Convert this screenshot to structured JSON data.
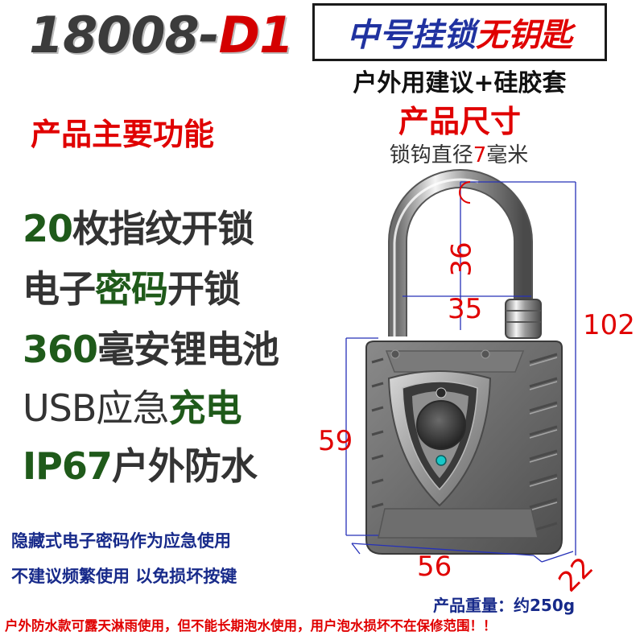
{
  "header": {
    "model_prefix": "18008-",
    "model_suffix": "D1",
    "title_part1": "中号挂锁",
    "title_part2": "无钥匙",
    "subtitle": "户外用建议+硅胶套",
    "size_title": "产品尺寸",
    "shackle_prefix": "锁钩直径",
    "shackle_number": "7",
    "shackle_unit": "毫米"
  },
  "features": {
    "title": "产品主要功能",
    "f1_a": "20",
    "f1_b": "枚指纹开锁",
    "f2_a": "电子",
    "f2_b": "密码",
    "f2_c": "开锁",
    "f3_a": "360",
    "f3_b": "毫安锂电池",
    "f4_a": "USB应急",
    "f4_b": "充电",
    "f5_a": "IP67",
    "f5_b": "户外防水"
  },
  "notes": {
    "line1": "隐藏式电子密码作为应急使用",
    "line2": "不建议频繁使用  以免损坏按键",
    "weight": "产品重量：约250g",
    "bottom": "户外防水款可露天淋雨使用，但不能长期泡水使用，用户泡水损坏不在保修范围！！"
  },
  "dimensions": {
    "shackle_height": "36",
    "shackle_width": "35",
    "total_height": "102",
    "body_height": "59",
    "body_width": "56",
    "body_depth": "22"
  },
  "colors": {
    "accent_red": "#e00000",
    "feature_green": "#1f5a1a",
    "note_blue": "#172a8a",
    "title_blue": "#2032a0"
  }
}
